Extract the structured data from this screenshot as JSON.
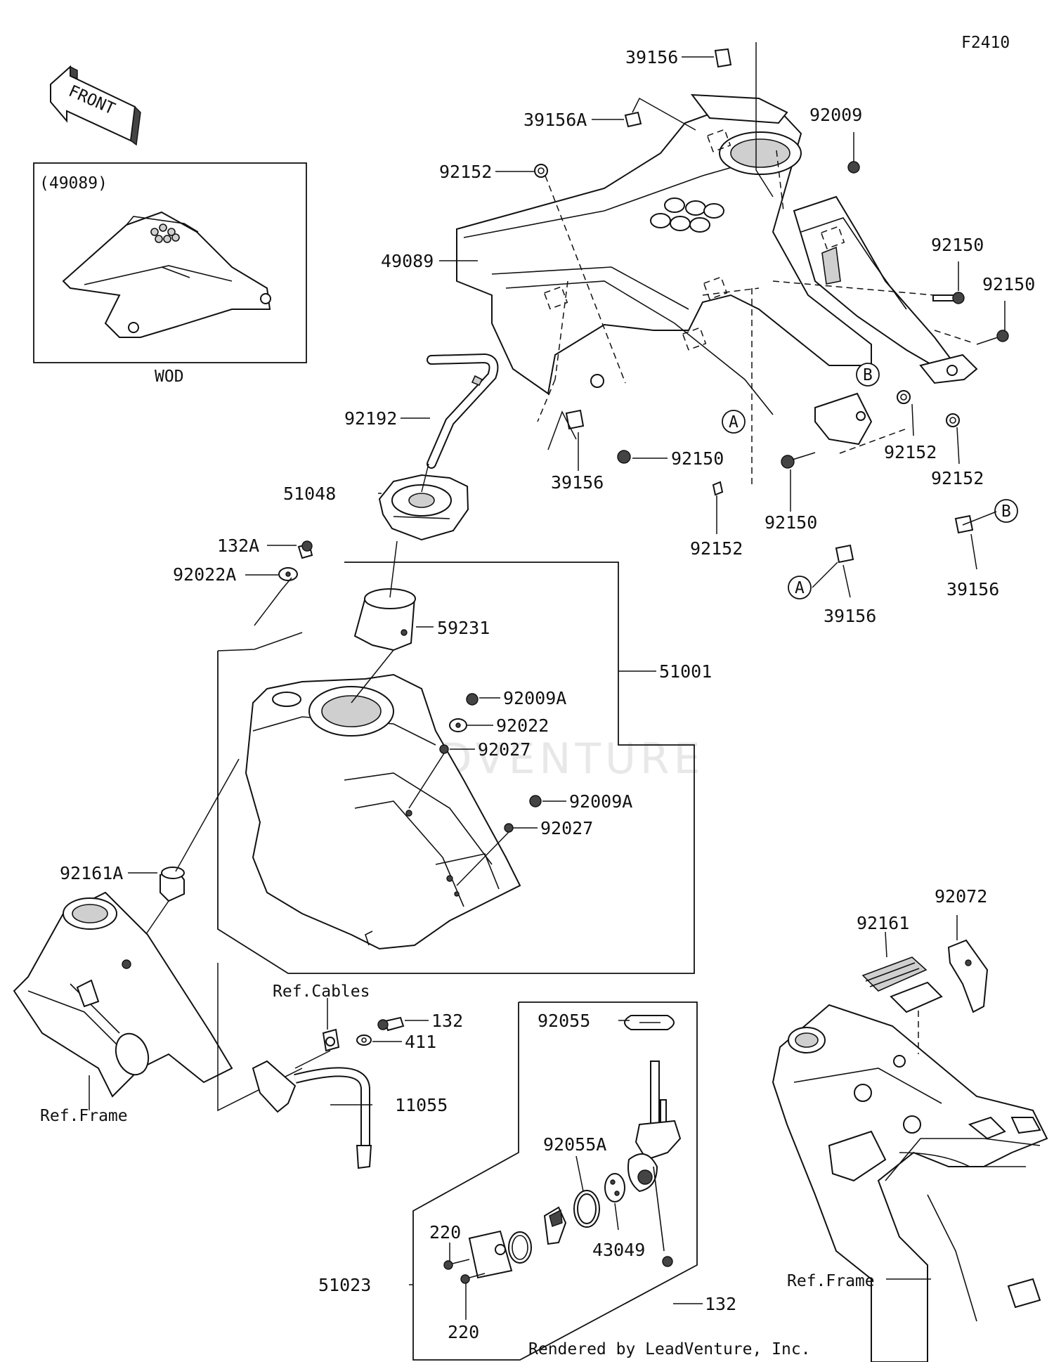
{
  "diagram": {
    "figure_code": "F2410",
    "front_arrow_label": "FRONT",
    "inset_label": "(49089)",
    "inset_caption": "WOD",
    "watermark": "LEADVENTURE",
    "footer": "Rendered by LeadVenture, Inc.",
    "ref_cables": "Ref.Cables",
    "ref_frame": "Ref.Frame",
    "ref_marks": {
      "a": "A",
      "b": "B"
    },
    "parts": {
      "p39156_top": "39156",
      "p39156A": "39156A",
      "p92009": "92009",
      "p92152_top": "92152",
      "p49089": "49089",
      "p92150_r1": "92150",
      "p92150_r2": "92150",
      "p92192": "92192",
      "p39156_mid": "39156",
      "p92150_mid": "92150",
      "p92152_r1": "92152",
      "p92152_r2": "92152",
      "p51048": "51048",
      "p92150_low": "92150",
      "p92152_low": "92152",
      "p39156_b": "39156",
      "p132A": "132A",
      "p92022A": "92022A",
      "p39156_a": "39156",
      "p59231": "59231",
      "p51001": "51001",
      "p92009A_1": "92009A",
      "p92022": "92022",
      "p92027_1": "92027",
      "p92009A_2": "92009A",
      "p92027_2": "92027",
      "p92161A": "92161A",
      "p92072": "92072",
      "p92161": "92161",
      "p132_top": "132",
      "p411": "411",
      "p92055": "92055",
      "p11055": "11055",
      "p92055A": "92055A",
      "p220_top": "220",
      "p43049": "43049",
      "p51023": "51023",
      "p132_bot": "132",
      "p220_bot": "220"
    }
  }
}
